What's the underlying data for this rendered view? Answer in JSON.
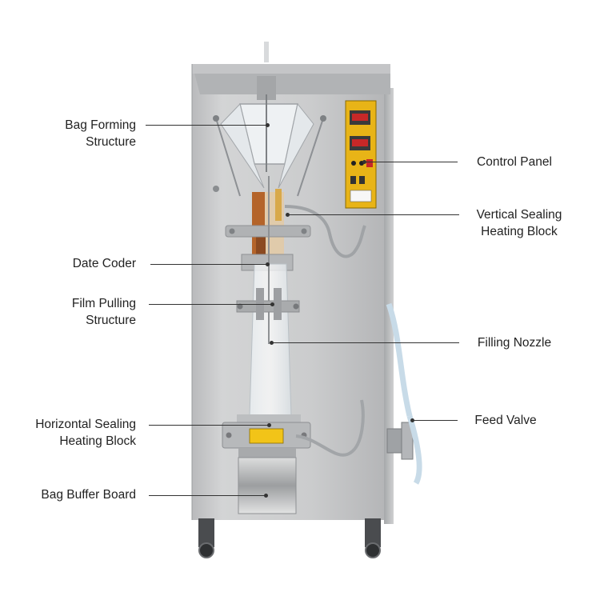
{
  "labels": {
    "bag_forming": [
      "Bag Forming",
      "Structure"
    ],
    "date_coder": "Date Coder",
    "film_pulling": [
      "Film Pulling",
      "Structure"
    ],
    "horizontal_sealing": [
      "Horizontal Sealing",
      "Heating Block"
    ],
    "bag_buffer": "Bag Buffer Board",
    "control_panel": "Control Panel",
    "vertical_sealing": [
      "Vertical Sealing",
      "Heating Block"
    ],
    "filling_nozzle": "Filling Nozzle",
    "feed_valve": "Feed Valve"
  },
  "colors": {
    "steel": "#c9cacb",
    "steel_dark": "#9ea0a3",
    "control_panel": "#e8b417",
    "sealer_copper": "#b4642a",
    "warning_yellow": "#f2c418",
    "hose": "#c8dbe8"
  }
}
